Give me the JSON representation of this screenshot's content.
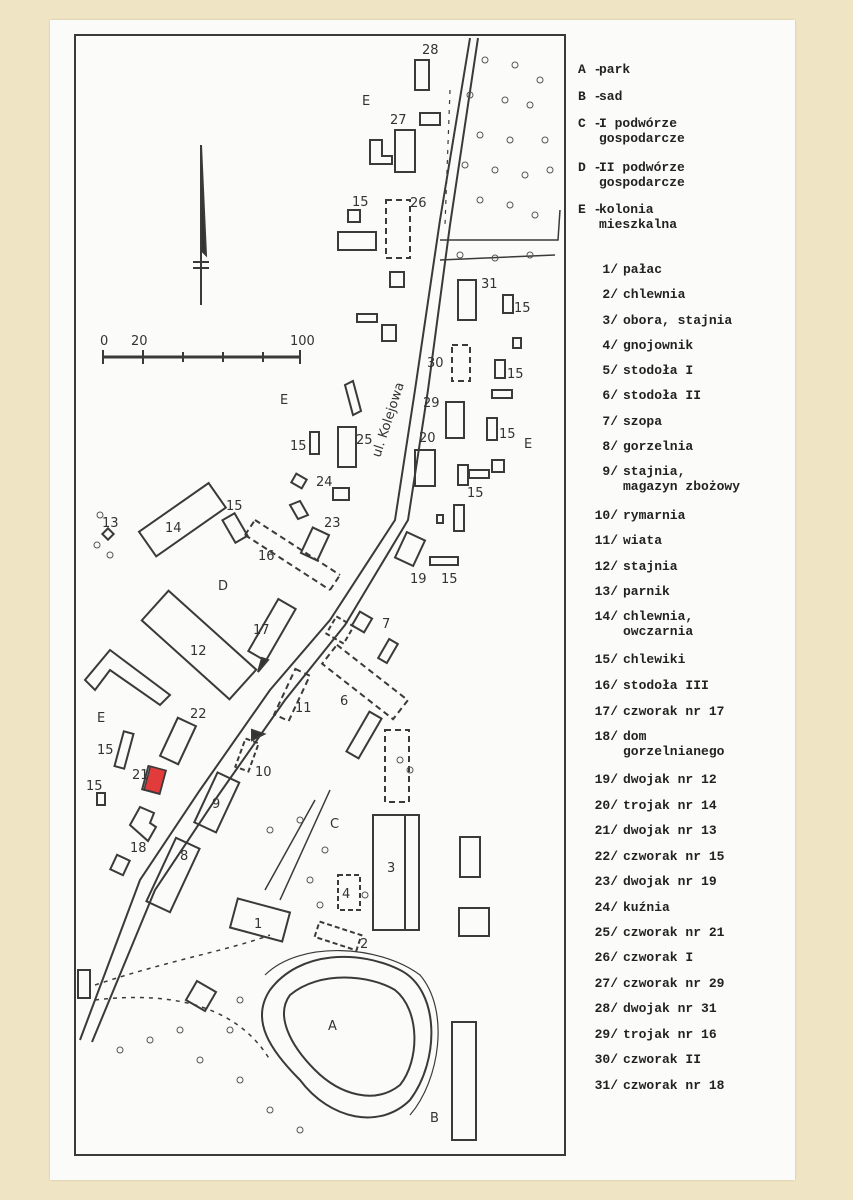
{
  "map": {
    "street_label": "ul. Kolejowa",
    "north_arrow": "north-arrow",
    "scale": {
      "labels": [
        "0",
        "20",
        "100"
      ]
    },
    "area_labels": {
      "A": "A",
      "B": "B",
      "C": "C",
      "D": "D",
      "E": "E"
    },
    "numbers": {
      "n1": "1",
      "n2": "2",
      "n3": "3",
      "n4": "4",
      "n6": "6",
      "n7": "7",
      "n8": "8",
      "n9": "9",
      "n10": "10",
      "n11": "11",
      "n12": "12",
      "n13": "13",
      "n14": "14",
      "n15": "15",
      "n16": "16",
      "n17": "17",
      "n18": "18",
      "n19": "19",
      "n20": "20",
      "n21": "21",
      "n22": "22",
      "n23": "23",
      "n24": "24",
      "n25": "25",
      "n26": "26",
      "n27": "27",
      "n28": "28",
      "n29": "29",
      "n30": "30",
      "n31": "31"
    },
    "highlight_color": "#e23b3b"
  },
  "legend": {
    "areas": [
      {
        "key": "A -",
        "text": "park"
      },
      {
        "key": "B -",
        "text": "sad"
      },
      {
        "key": "C -",
        "text": "I podwórze\ngospodarcze"
      },
      {
        "key": "D -",
        "text": "II podwórze\ngospodarcze"
      },
      {
        "key": "E -",
        "text": "kolonia\nmieszkalna"
      }
    ],
    "buildings": [
      {
        "key": "1/",
        "text": "pałac"
      },
      {
        "key": "2/",
        "text": "chlewnia"
      },
      {
        "key": "3/",
        "text": "obora, stajnia"
      },
      {
        "key": "4/",
        "text": "gnojownik"
      },
      {
        "key": "5/",
        "text": "stodoła  I"
      },
      {
        "key": "6/",
        "text": "stodoła II"
      },
      {
        "key": "7/",
        "text": "szopa"
      },
      {
        "key": "8/",
        "text": "gorzelnia"
      },
      {
        "key": "9/",
        "text": "stajnia,\nmagazyn zbożowy"
      },
      {
        "key": "10/",
        "text": "rymarnia"
      },
      {
        "key": "11/",
        "text": "wiata"
      },
      {
        "key": "12/",
        "text": "stajnia"
      },
      {
        "key": "13/",
        "text": "parnik"
      },
      {
        "key": "14/",
        "text": "chlewnia,\nowczarnia"
      },
      {
        "key": "15/",
        "text": "chlewiki"
      },
      {
        "key": "16/",
        "text": "stodoła III"
      },
      {
        "key": "17/",
        "text": "czworak nr 17"
      },
      {
        "key": "18/",
        "text": "dom\ngorzelnianego"
      },
      {
        "key": "19/",
        "text": "dwojak nr 12"
      },
      {
        "key": "20/",
        "text": "trojak nr 14"
      },
      {
        "key": "21/",
        "text": "dwojak nr 13"
      },
      {
        "key": "22/",
        "text": "czworak nr 15"
      },
      {
        "key": "23/",
        "text": "dwojak nr 19"
      },
      {
        "key": "24/",
        "text": "kuźnia"
      },
      {
        "key": "25/",
        "text": "czworak nr 21"
      },
      {
        "key": "26/",
        "text": "czworak I"
      },
      {
        "key": "27/",
        "text": "czworak nr 29"
      },
      {
        "key": "28/",
        "text": "dwojak nr 31"
      },
      {
        "key": "29/",
        "text": "trojak nr 16"
      },
      {
        "key": "30/",
        "text": "czworak II"
      },
      {
        "key": "31/",
        "text": "czworak nr 18"
      }
    ]
  }
}
